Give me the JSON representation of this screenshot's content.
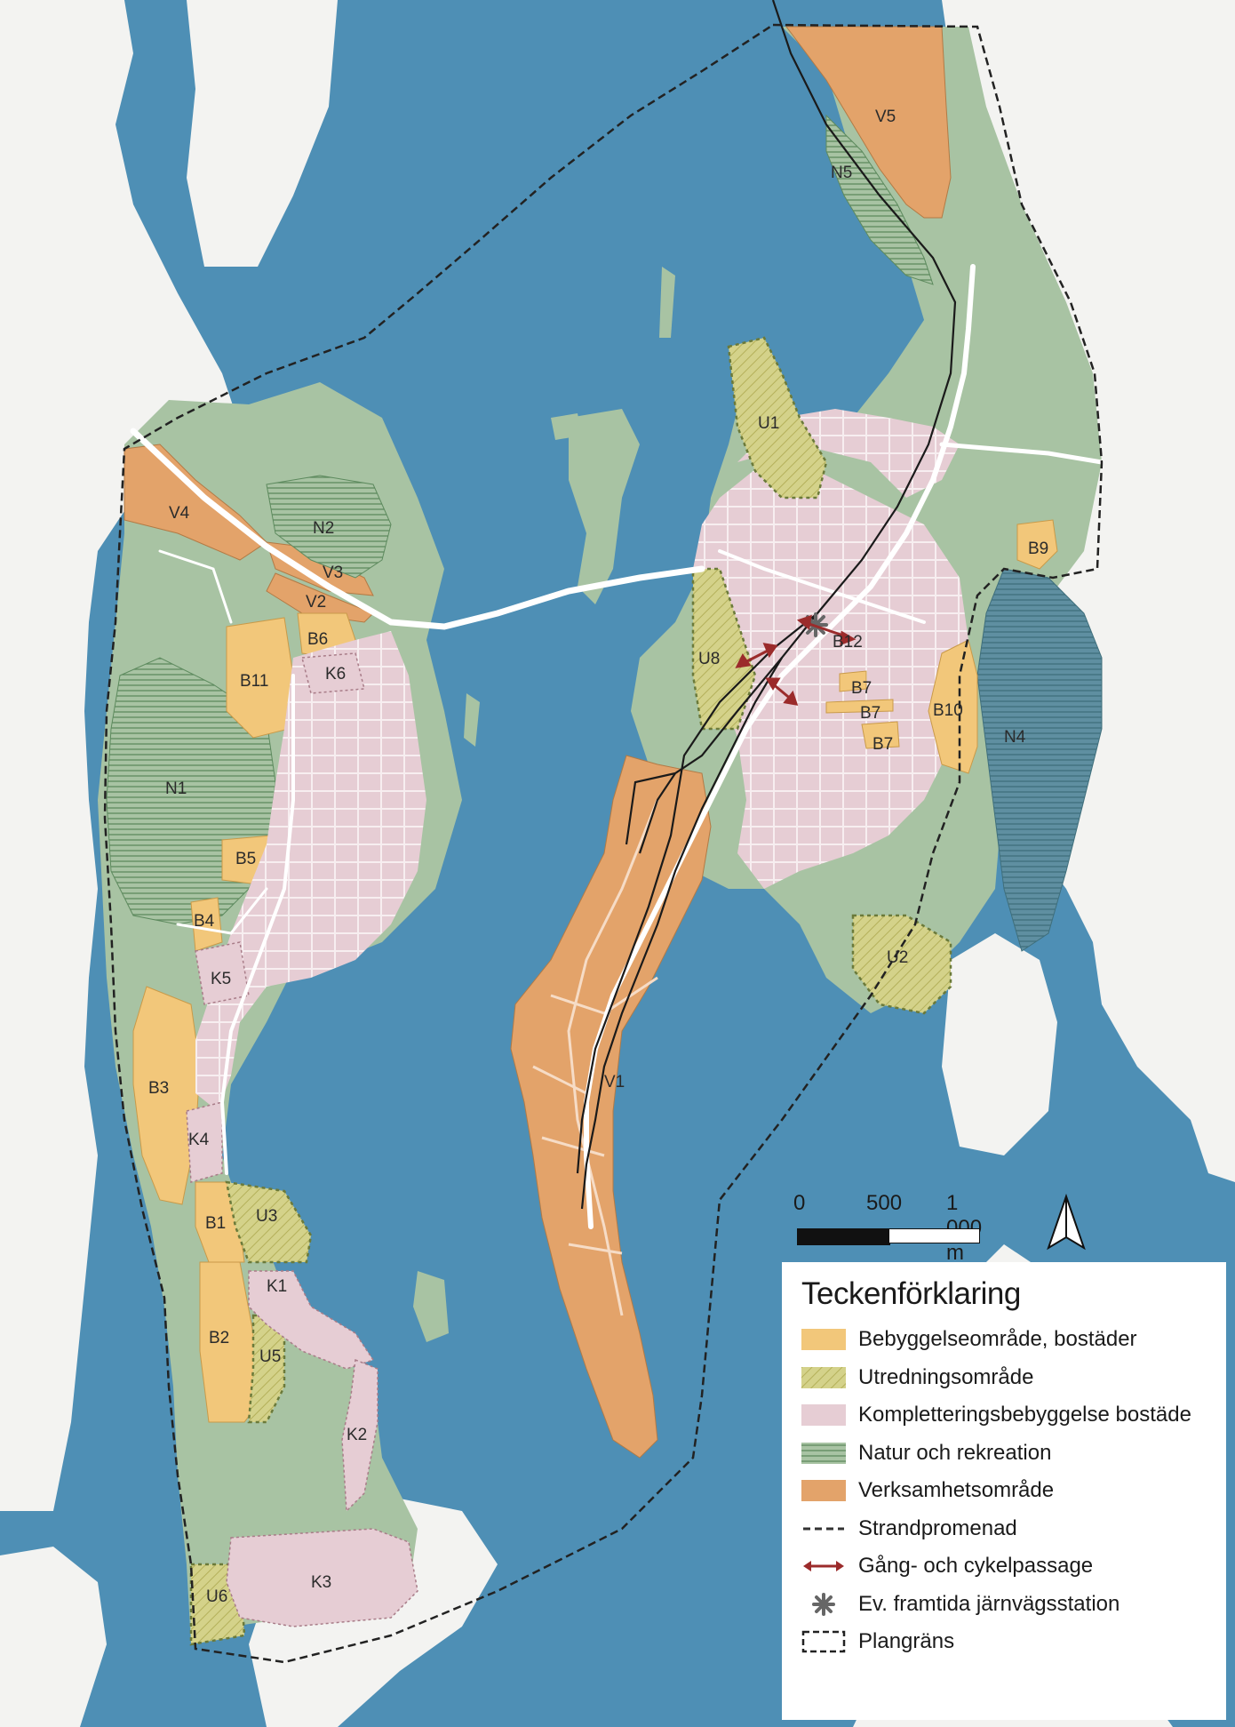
{
  "colors": {
    "water": "#4e8fb5",
    "land": "#f3f3f1",
    "nature": "#a8c3a3",
    "bostader": "#f2c77a",
    "utredning": "#d4d28a",
    "komplettering": "#e6cdd4",
    "verksamhet": "#e3a36a",
    "road": "#ffffff",
    "rail": "#1a1a1a",
    "arrow": "#9b2b2b",
    "boundary": "#222222"
  },
  "zone_labels": [
    {
      "id": "v5",
      "text": "V5"
    },
    {
      "id": "n5",
      "text": "N5"
    },
    {
      "id": "u1",
      "text": "U1"
    },
    {
      "id": "v4",
      "text": "V4"
    },
    {
      "id": "n2",
      "text": "N2"
    },
    {
      "id": "v3",
      "text": "V3"
    },
    {
      "id": "v2",
      "text": "V2"
    },
    {
      "id": "b6",
      "text": "B6"
    },
    {
      "id": "k6",
      "text": "K6"
    },
    {
      "id": "b11",
      "text": "B11"
    },
    {
      "id": "n1",
      "text": "N1"
    },
    {
      "id": "b5",
      "text": "B5"
    },
    {
      "id": "b4",
      "text": "B4"
    },
    {
      "id": "k5",
      "text": "K5"
    },
    {
      "id": "b3",
      "text": "B3"
    },
    {
      "id": "k4",
      "text": "K4"
    },
    {
      "id": "b1",
      "text": "B1"
    },
    {
      "id": "u3",
      "text": "U3"
    },
    {
      "id": "k1",
      "text": "K1"
    },
    {
      "id": "b2",
      "text": "B2"
    },
    {
      "id": "u5",
      "text": "U5"
    },
    {
      "id": "k2",
      "text": "K2"
    },
    {
      "id": "k3",
      "text": "K3"
    },
    {
      "id": "u6",
      "text": "U6"
    },
    {
      "id": "b9",
      "text": "B9"
    },
    {
      "id": "b12",
      "text": "B12"
    },
    {
      "id": "u8",
      "text": "U8"
    },
    {
      "id": "b7a",
      "text": "B7"
    },
    {
      "id": "b7b",
      "text": "B7"
    },
    {
      "id": "b7c",
      "text": "B7"
    },
    {
      "id": "b10",
      "text": "B10"
    },
    {
      "id": "n4",
      "text": "N4"
    },
    {
      "id": "u2",
      "text": "U2"
    },
    {
      "id": "v1",
      "text": "V1"
    }
  ],
  "scale": {
    "l0": "0",
    "l1": "500",
    "l2": "1 000 m"
  },
  "legend": {
    "title": "Teckenförklaring",
    "items": [
      {
        "label": "Bebyggelseområde, bostäder"
      },
      {
        "label": "Utredningsområde"
      },
      {
        "label": "Kompletteringsbebyggelse bostäde"
      },
      {
        "label": "Natur och rekreation"
      },
      {
        "label": "Verksamhetsområde"
      },
      {
        "label": "Strandpromenad"
      },
      {
        "label": "Gång- och cykelpassage"
      },
      {
        "label": "Ev. framtida järnvägsstation"
      },
      {
        "label": "Plangräns"
      }
    ]
  }
}
